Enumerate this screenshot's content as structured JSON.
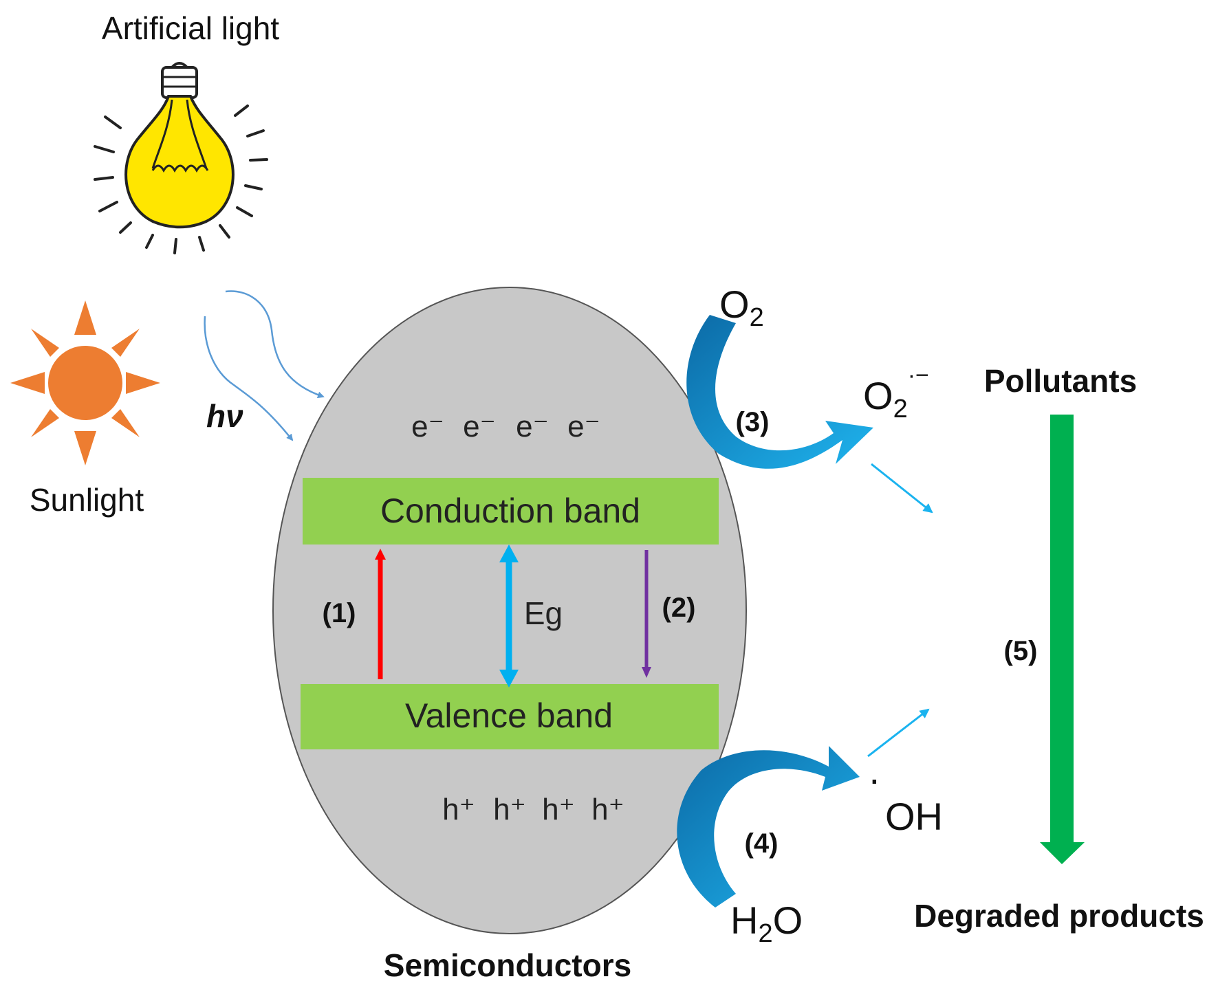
{
  "labels": {
    "artificial_light": "Artificial light",
    "sunlight": "Sunlight",
    "photon": "hν",
    "semiconductors": "Semiconductors",
    "pollutants": "Pollutants",
    "degraded_products": "Degraded products"
  },
  "bands": {
    "conduction": "Conduction band",
    "valence": "Valence band",
    "gap": "Eg"
  },
  "carriers": {
    "electrons": [
      "e⁻",
      "e⁻",
      "e⁻",
      "e⁻"
    ],
    "holes": [
      "h⁺",
      "h⁺",
      "h⁺",
      "h⁺"
    ]
  },
  "steps": {
    "s1": "(1)",
    "s2": "(2)",
    "s3": "(3)",
    "s4": "(4)",
    "s5": "(5)"
  },
  "species": {
    "o2_base": "O",
    "o2_sub": "2",
    "superoxide_base": "O",
    "superoxide_sub": "2",
    "superoxide_sup": "·−",
    "hydroxyl_dot": "·",
    "hydroxyl": "OH",
    "water_h": "H",
    "water_sub": "2",
    "water_o": "O"
  },
  "colors": {
    "semiconductor": "#c8c8c8",
    "band": "#92d050",
    "sun": "#ed7d31",
    "bulb": "#ffe600",
    "excitation_arrow": "#ff0000",
    "gap_arrow": "#00b0f0",
    "recombination_arrow": "#7030a0",
    "curved_arrow": "#1f8ac4",
    "degradation_arrow": "#00b050",
    "light_ray": "#5b9bd5"
  }
}
